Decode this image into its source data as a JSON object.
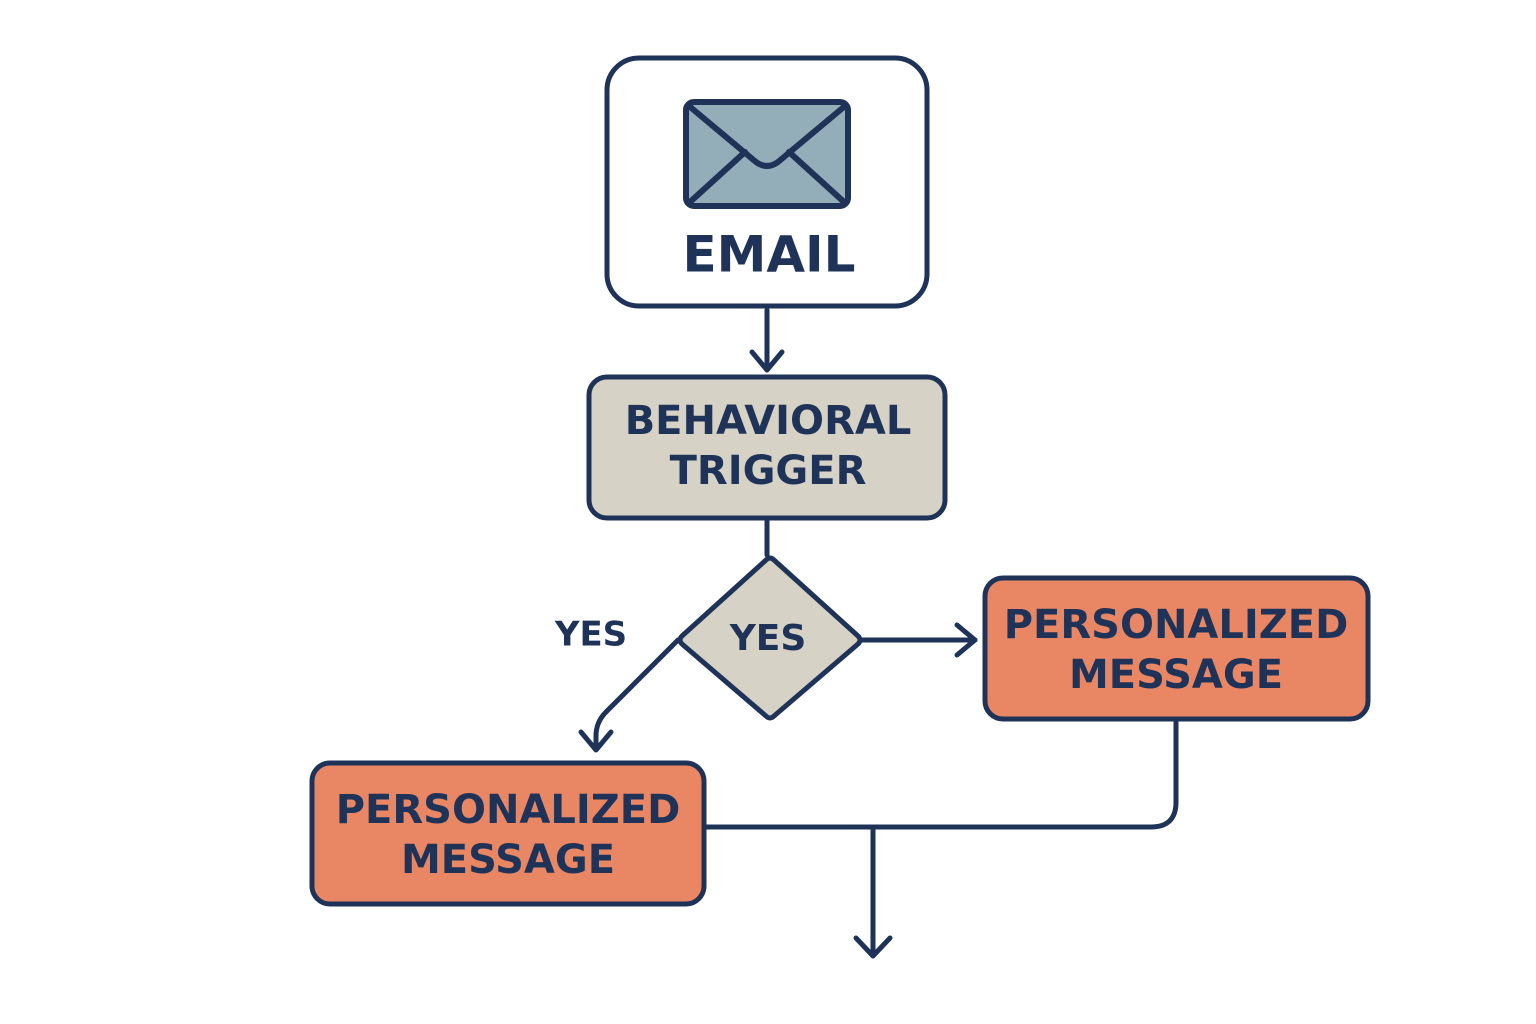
{
  "colors": {
    "stroke": "#1f3358",
    "email_fill": "#ffffff",
    "envelope_fill": "#93aeb9",
    "trigger_fill": "#d6d3c6",
    "decision_fill": "#d6d3c6",
    "message_fill": "#e98765",
    "background": "#ffffff"
  },
  "nodes": {
    "email": {
      "label": "EMAIL",
      "icon": "envelope-icon"
    },
    "trigger": {
      "line1": "BEHAVIORAL",
      "line2": "TRIGGER"
    },
    "decision": {
      "label": "YES"
    },
    "message_right": {
      "line1": "PERSONALIZED",
      "line2": "MESSAGE"
    },
    "message_left": {
      "line1": "PERSONALIZED",
      "line2": "MESSAGE"
    }
  },
  "edges": {
    "left_branch_label": "YES"
  }
}
